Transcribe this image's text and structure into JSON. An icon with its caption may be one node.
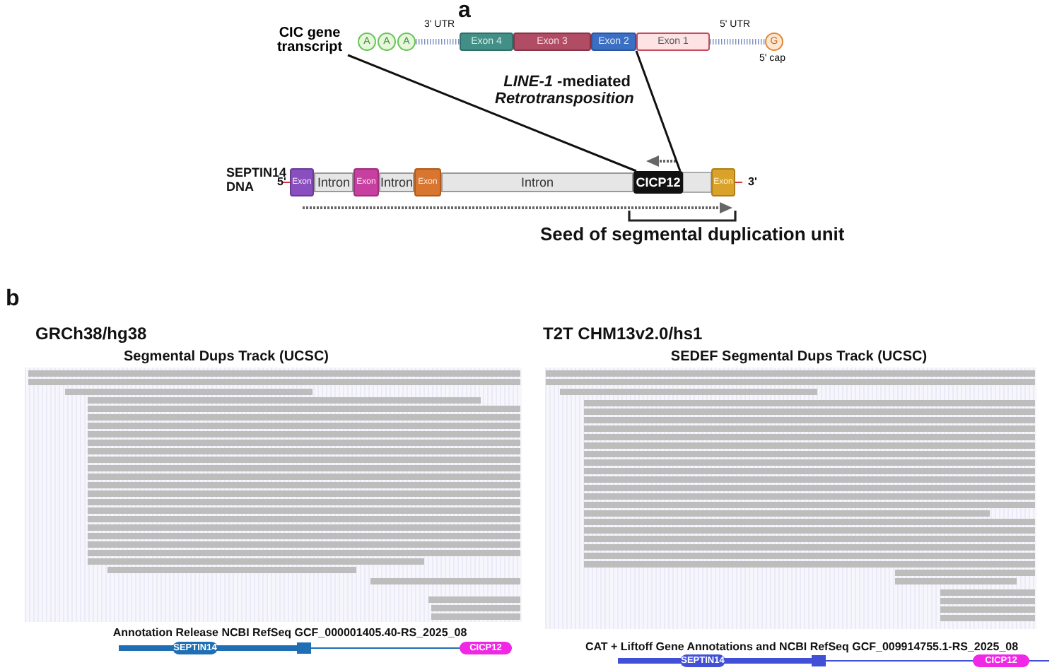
{
  "diagram": {
    "nodes": [
      {
        "text": [
          "CIC gene transcript"
        ]
      },
      {
        "text": [
          "A"
        ]
      },
      {
        "text": [
          "A"
        ]
      },
      {
        "text": [
          "A"
        ]
      },
      {
        "text": [
          "Exon 4"
        ]
      },
      {
        "text": [
          "Exon 3"
        ]
      },
      {
        "text": [
          "Exon 2"
        ]
      },
      {
        "text": [
          "Exon 1"
        ]
      },
      {
        "text": [
          "G"
        ],
        "beside": [
          "5' cap"
        ]
      },
      {
        "text": [
          "Exon"
        ]
      },
      {
        "text": [
          "Intron"
        ]
      },
      {
        "text": [
          "Exon"
        ]
      },
      {
        "text": [
          "Intron"
        ]
      },
      {
        "text": [
          "Exon"
        ]
      },
      {
        "text": [
          "Intron"
        ]
      },
      {
        "text": [
          "CICP12"
        ]
      },
      {
        "text": [
          "Exon"
        ]
      },
      {
        "text": [
          "SEPTIN14"
        ]
      },
      {
        "text": [
          "CICP12"
        ]
      },
      {
        "text": [
          "SEPTIN14"
        ]
      },
      {
        "text": [
          "CICP12"
        ]
      }
    ],
    "edges": [
      {
        "from": 0,
        "to": 15,
        "arrow": "none"
      },
      {
        "from": 6,
        "to": 15,
        "arrow": "none"
      },
      {
        "from": 3,
        "to": 4,
        "arrow": "none",
        "style": "dashed",
        "color": "#7d8fc0"
      },
      {
        "from": 7,
        "to": 8,
        "arrow": "none",
        "style": "dashed",
        "color": "#7d8fc0"
      }
    ],
    "labels": [
      "a",
      "3' UTR",
      "5' UTR",
      "*LINE-1* -mediated *Retrotransposition*",
      "SEPTIN14 DNA",
      "5'",
      "3'",
      "Seed of segmental duplication unit",
      "b",
      "GRCh38/hg38",
      "T2T CHM13v2.0/hs1",
      "Segmental Dups Track (UCSC)",
      "SEDEF Segmental Dups Track (UCSC)",
      "Annotation Release NCBI RefSeq GCF_000001405.40-RS_2025_08",
      "CAT + Liftoff Gene Annotations and NCBI RefSeq GCF_009914755.1-RS_2025_08"
    ]
  }
}
